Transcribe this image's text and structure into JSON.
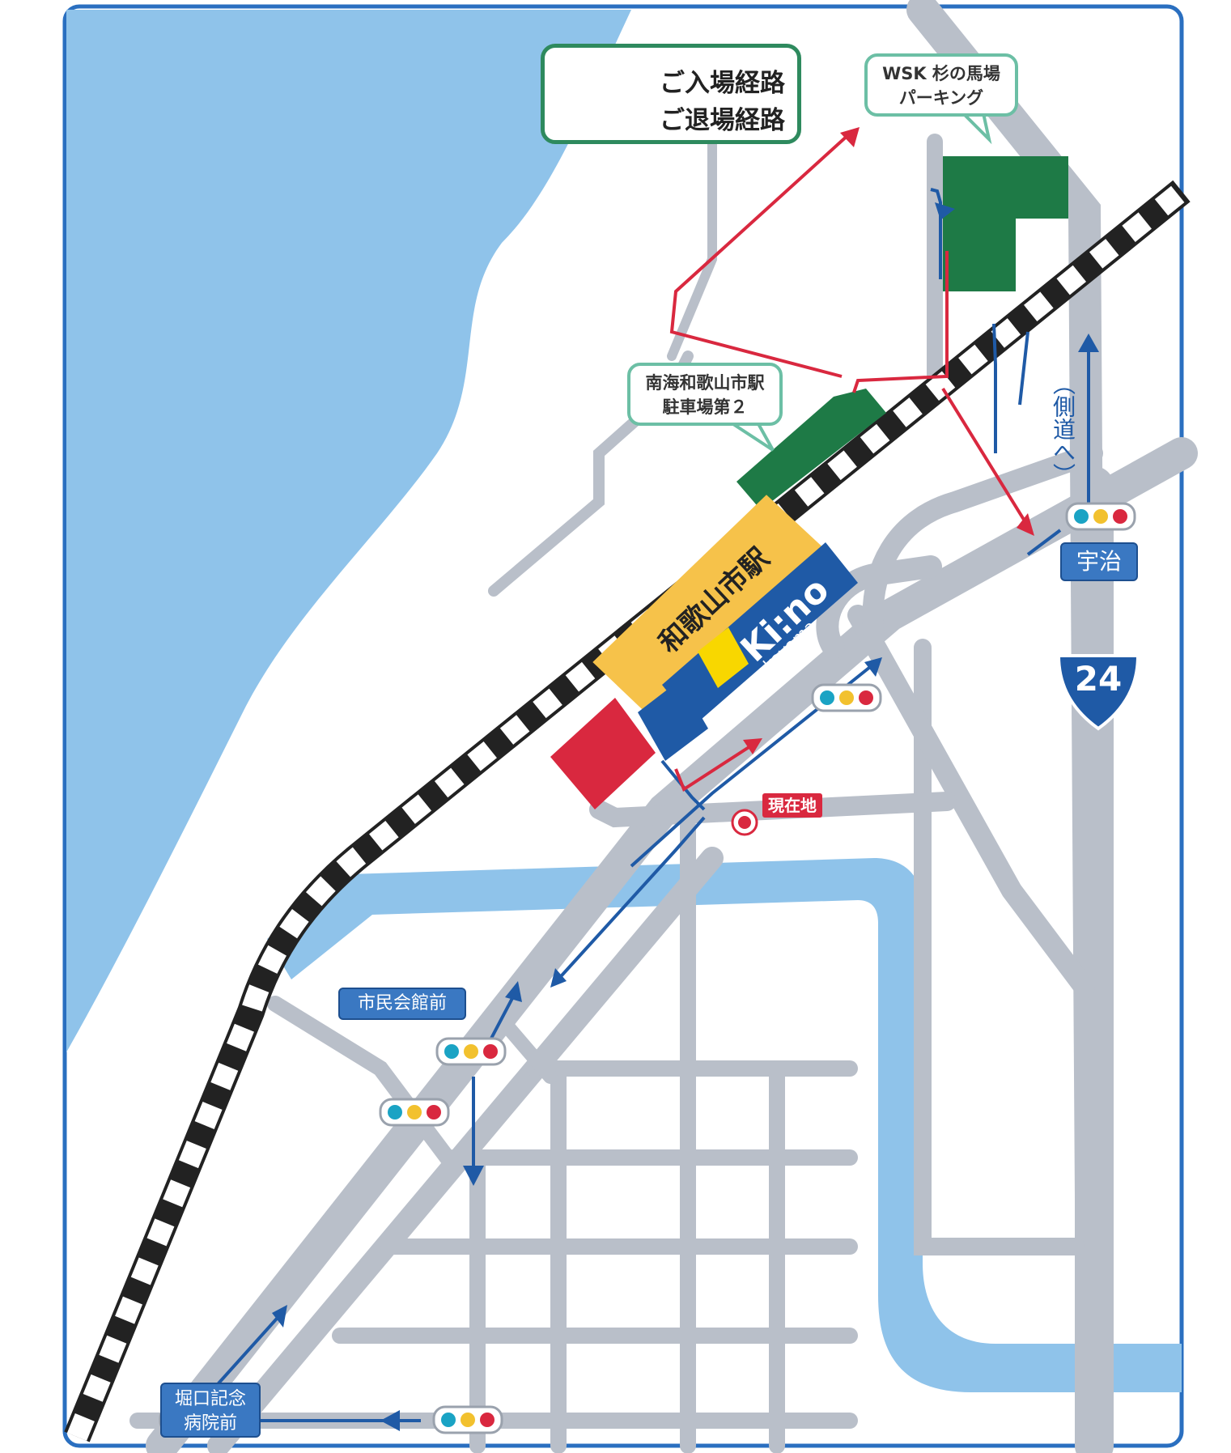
{
  "legend": {
    "entry_label": "ご入場経路",
    "exit_label": "ご退場経路",
    "entry_color": "#1f5aa6",
    "exit_color": "#d9283f"
  },
  "callouts": {
    "wsk_line1": "WSK 杉の馬場",
    "wsk_line2": "パーキング",
    "nankai_line1": "南海和歌山市駅",
    "nankai_line2": "駐車場第２"
  },
  "station": {
    "name": "和歌山市駅",
    "kiino_logo": "Ki:no",
    "kiino_sub": "wakayama"
  },
  "places": {
    "current_location": "現在地",
    "uji": "宇治",
    "side_road": "（側道へ）",
    "shimin_kaikan": "市民会館前",
    "horiguchi_line1": "堀口記念",
    "horiguchi_line2": "病院前"
  },
  "route": {
    "number": "24"
  },
  "colors": {
    "river": "#8fc3ea",
    "road": "#b9bfc9",
    "parking": "#1e7a46",
    "station": "#f6c24a",
    "kiino_blue": "#1f5aa6",
    "red_building": "#d9283f",
    "frame": "#2a6fc0"
  }
}
